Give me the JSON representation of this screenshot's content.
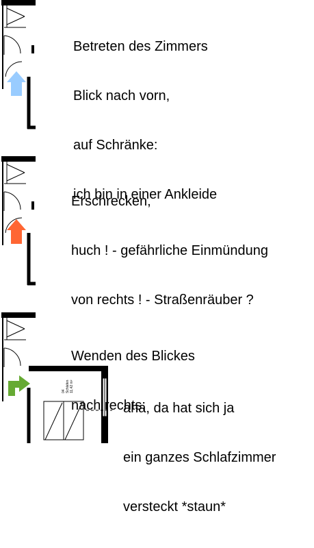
{
  "panels": [
    {
      "arrow": "up",
      "arrow_color": "#99ccff",
      "caption_lines": [
        "Betreten des Zimmers",
        "Blick nach vorn,",
        "auf Schränke:",
        "ich bin in einer Ankleide"
      ]
    },
    {
      "arrow": "up",
      "arrow_color": "#ff6633",
      "caption_lines": [
        "Erschrecken,",
        "huch ! - gefährliche Einmündung",
        "von rechts ! - Straßenräuber ?"
      ]
    },
    {
      "arrow": "right",
      "arrow_color": "#66aa33",
      "caption_top_lines": [
        "Wenden des Blickes",
        "nach rechts:"
      ],
      "caption_side_lines": [
        "aha, da hat sich ja",
        "ein ganzes Schlafzimmer",
        "versteckt *staun*"
      ],
      "room_label": [
        "04",
        "Schlafen",
        "11,42 m²"
      ]
    }
  ]
}
